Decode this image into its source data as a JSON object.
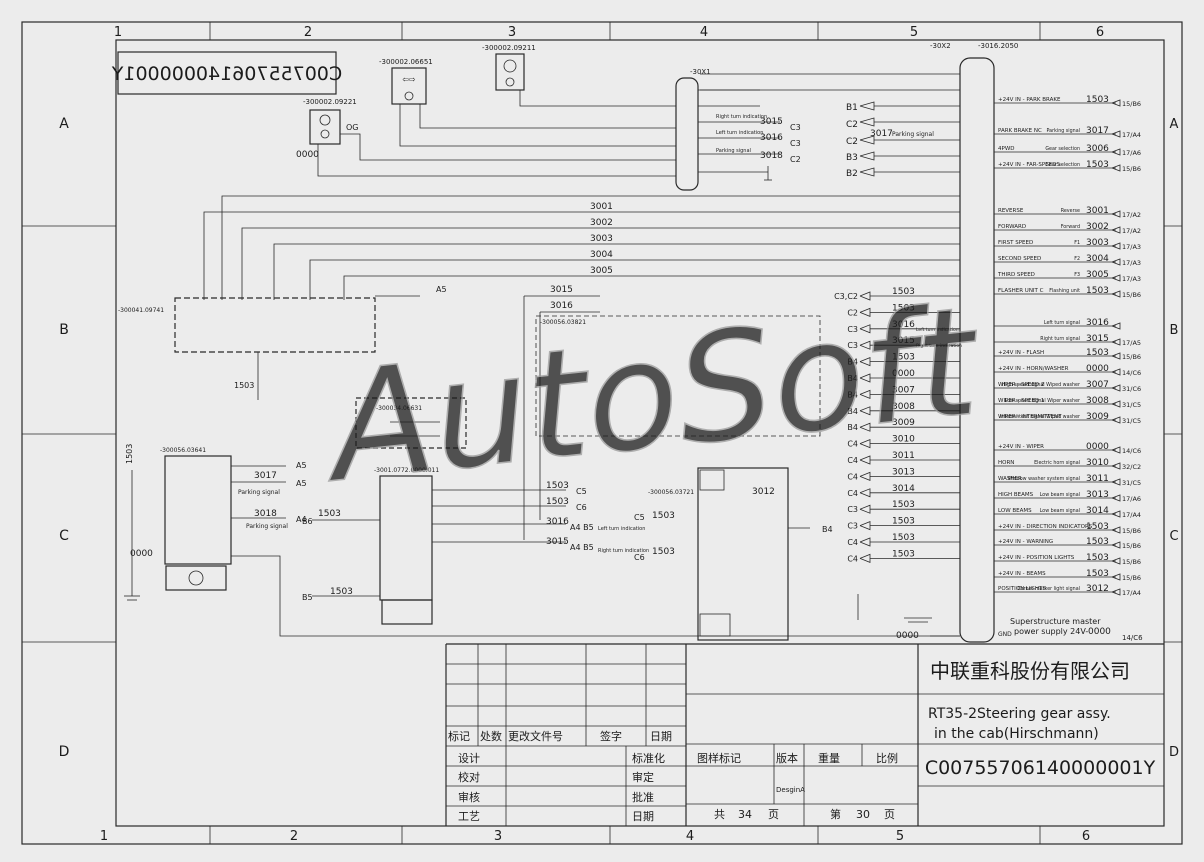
{
  "zones": {
    "cols": [
      "1",
      "2",
      "3",
      "4",
      "5",
      "6"
    ],
    "rows": [
      "A",
      "B",
      "C",
      "D"
    ]
  },
  "drawing_number_mirrored": "C00755706140000001Y",
  "components": [
    {
      "id": "lamp-og",
      "label": "-300002.09221",
      "tag": "OG",
      "wire": "0000"
    },
    {
      "id": "lamp-indicator",
      "label": "-300002.06651"
    },
    {
      "id": "lamp-park",
      "label": "-300002.09211"
    },
    {
      "id": "connector-x1",
      "label": "-30X1"
    },
    {
      "id": "connector-x2",
      "label": "-30X2"
    },
    {
      "id": "harness-ref",
      "label": "-3016.2050"
    },
    {
      "id": "relay-b",
      "label": "-300041.09741"
    },
    {
      "id": "relay-c1",
      "label": "-300056.03821"
    },
    {
      "id": "relay-c2",
      "label": "-300056.03641"
    },
    {
      "id": "steering-switch",
      "label": "-3001.0772.0000.011"
    },
    {
      "id": "wiper-switch",
      "label": "-300034.06631"
    },
    {
      "id": "horn-relay",
      "label": "-300056.03721"
    }
  ],
  "x1_wires": [
    {
      "signal": "Right turn indication",
      "wire": "3015",
      "dest": "C3"
    },
    {
      "signal": "Left turn indication",
      "wire": "3016",
      "dest": "C3"
    },
    {
      "signal": "Parking signal",
      "wire": "3018",
      "dest": "C2"
    }
  ],
  "left_refs": [
    "B1",
    "C2",
    "C2",
    "B3",
    "B2"
  ],
  "left_ref_parking": {
    "wire": "3017",
    "label": "Parking signal"
  },
  "bus_wires": [
    "3001",
    "3002",
    "3003",
    "3004",
    "3005"
  ],
  "mid_labels": {
    "a5_out": "A5",
    "w3015": "3015",
    "w3016": "3016",
    "w1503a": "1503",
    "w1503b": "1503",
    "w1503_left": "1503",
    "w0000_left": "0000",
    "b6": "B6",
    "b5": "B5",
    "a4b5": "A4 B5",
    "a4b5b": "A4 B5",
    "left_turn": "Left turn indication",
    "right_turn": "Right turn indication",
    "w3012": "3012",
    "c5": "C5",
    "c6": "C6",
    "w1503c": "1503",
    "w1503d": "1503",
    "b4": "B4",
    "a5": "A5",
    "a5b": "A5",
    "a4": "A4",
    "w3017": "3017",
    "w3018": "3018",
    "parking_signal": "Parking signal",
    "parking_signal2": "Parking signal",
    "w0000_bottom": "0000",
    "w1503_side": "1503"
  },
  "x2_left": [
    {
      "ref": "C3,C2",
      "wire": "1503"
    },
    {
      "ref": "C2",
      "wire": "1503"
    },
    {
      "ref": "C3",
      "wire": "3016",
      "desc": "Left turn indication"
    },
    {
      "ref": "C3",
      "wire": "3015",
      "desc": "Right turn indication"
    },
    {
      "ref": "B4",
      "wire": "1503"
    },
    {
      "ref": "B4",
      "wire": "0000"
    },
    {
      "ref": "B4",
      "wire": "3007"
    },
    {
      "ref": "B4",
      "wire": "3008"
    },
    {
      "ref": "B4",
      "wire": "3009"
    },
    {
      "ref": "C4",
      "wire": "3010"
    },
    {
      "ref": "C4",
      "wire": "3011"
    },
    {
      "ref": "C4",
      "wire": "3013"
    },
    {
      "ref": "C4",
      "wire": "3014"
    },
    {
      "ref": "C3",
      "wire": "1503"
    },
    {
      "ref": "C3",
      "wire": "1503"
    },
    {
      "ref": "C4",
      "wire": "1503"
    },
    {
      "ref": "C4",
      "wire": "1503"
    }
  ],
  "x2_right": [
    {
      "func": "+24V IN - PARK BRAKE",
      "wire": "1503",
      "dest": "15/B6"
    },
    {
      "func": "PARK BRAKE NC",
      "sig": "Parking signal",
      "wire": "3017",
      "dest": "17/A4"
    },
    {
      "func": "4PWD",
      "sig": "Gear selection",
      "wire": "3006",
      "dest": "17/A6"
    },
    {
      "func": "+24V IN - FAR-SPEEDS",
      "sig": "Gear selection",
      "wire": "1503",
      "dest": "15/B6"
    },
    {
      "func": "REVERSE",
      "sig": "Reverse",
      "wire": "3001",
      "dest": "17/A2"
    },
    {
      "func": "FORWARD",
      "sig": "Forward",
      "wire": "3002",
      "dest": "17/A2"
    },
    {
      "func": "FIRST SPEED",
      "sig": "F1",
      "wire": "3003",
      "dest": "17/A3"
    },
    {
      "func": "SECOND SPEED",
      "sig": "F2",
      "wire": "3004",
      "dest": "17/A3"
    },
    {
      "func": "THIRD SPEED",
      "sig": "F3",
      "wire": "3005",
      "dest": "17/A3"
    },
    {
      "func": "FLASHER UNIT C",
      "sig": "Flashing unit",
      "wire": "1503",
      "dest": "15/B6"
    },
    {
      "func": "",
      "sig": "Left turn signal",
      "wire": "3016",
      "dest": ""
    },
    {
      "func": "",
      "sig": "Right turn signal",
      "wire": "3015",
      "dest": "17/A5"
    },
    {
      "func": "+24V IN - FLASH",
      "sig": "",
      "wire": "1503",
      "dest": "15/B6"
    },
    {
      "func": "+24V IN - HORN/WASHER",
      "sig": "",
      "wire": "0000",
      "dest": "14/C6"
    },
    {
      "func": "WIPER - SPEED 2",
      "sig": "High speed signal Wiped washer",
      "wire": "3007",
      "dest": "31/C6"
    },
    {
      "func": "WIPER - SPEED 1",
      "sig": "Low speed signal Wiper washer",
      "wire": "3008",
      "dest": "31/C5"
    },
    {
      "func": "WIPER - INTERMITTENT",
      "sig": "Intermittent signal Wiped washer",
      "wire": "3009",
      "dest": "31/C5"
    },
    {
      "func": "+24V IN - WIPER",
      "sig": "",
      "wire": "0000",
      "dest": "14/C6"
    },
    {
      "func": "HORN",
      "sig": "Electric horn signal",
      "wire": "3010",
      "dest": "32/C2"
    },
    {
      "func": "WASHER",
      "sig": "Window washer system signal",
      "wire": "3011",
      "dest": "31/C5"
    },
    {
      "func": "HIGH BEAMS",
      "sig": "Low beam signal",
      "wire": "3013",
      "dest": "17/A6"
    },
    {
      "func": "LOW BEAMS",
      "sig": "Low beam signal",
      "wire": "3014",
      "dest": "17/A4"
    },
    {
      "func": "+24V IN - DIRECTION INDICATORS",
      "sig": "",
      "wire": "1503",
      "dest": "15/B6"
    },
    {
      "func": "+24V IN - WARNING",
      "sig": "",
      "wire": "1503",
      "dest": "15/B6"
    },
    {
      "func": "+24V IN - POSITION LIGHTS",
      "sig": "",
      "wire": "1503",
      "dest": "15/B6"
    },
    {
      "func": "+24V IN - BEAMS",
      "sig": "",
      "wire": "1503",
      "dest": "15/B6"
    },
    {
      "func": "POSITION LIGHTS",
      "sig": "Corner marker light signal",
      "wire": "3012",
      "dest": "17/A4"
    }
  ],
  "superstructure": {
    "line1": "Superstructure master",
    "line2": "power supply 24V-",
    "gnd": "GND",
    "wire": "0000",
    "dest": "14/C6",
    "left_wire": "0000"
  },
  "watermark": "AutoSoft",
  "title_block": {
    "company": "中联重科股份有限公司",
    "title_line1": "RT35-2Steering gear assy.",
    "title_line2": "in the cab(Hirschmann)",
    "drawing_number": "C00755706140000001Y",
    "rev_headers": [
      "标记",
      "处数",
      "更改文件号",
      "签字",
      "日期"
    ],
    "labels_left": [
      "设计",
      "校对",
      "审核",
      "工艺"
    ],
    "labels_mid": [
      "标准化",
      "审定",
      "批准",
      "日期"
    ],
    "headers_right": [
      "图样标记",
      "版本",
      "重量",
      "比例"
    ],
    "version_value": "DesginA",
    "sheets_total_prefix": "共",
    "sheets_total": "34",
    "sheets_total_suffix": "页",
    "sheet_no_prefix": "第",
    "sheet_no": "30",
    "sheet_no_suffix": "页"
  }
}
